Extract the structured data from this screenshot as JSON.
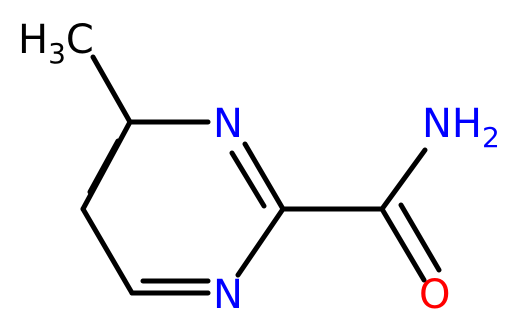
{
  "molecule": {
    "colors": {
      "bond": "#000000",
      "carbon": "#000000",
      "nitrogen": "#0000ff",
      "oxygen": "#ff0000"
    },
    "labels": {
      "methyl": {
        "element": "H",
        "subscript": "3",
        "suffix": "C"
      },
      "ring_n_top": {
        "element": "N"
      },
      "ring_n_bottom": {
        "element": "N"
      },
      "amide_n": {
        "element": "NH",
        "subscript": "2"
      },
      "amide_o": {
        "element": "O"
      }
    }
  }
}
